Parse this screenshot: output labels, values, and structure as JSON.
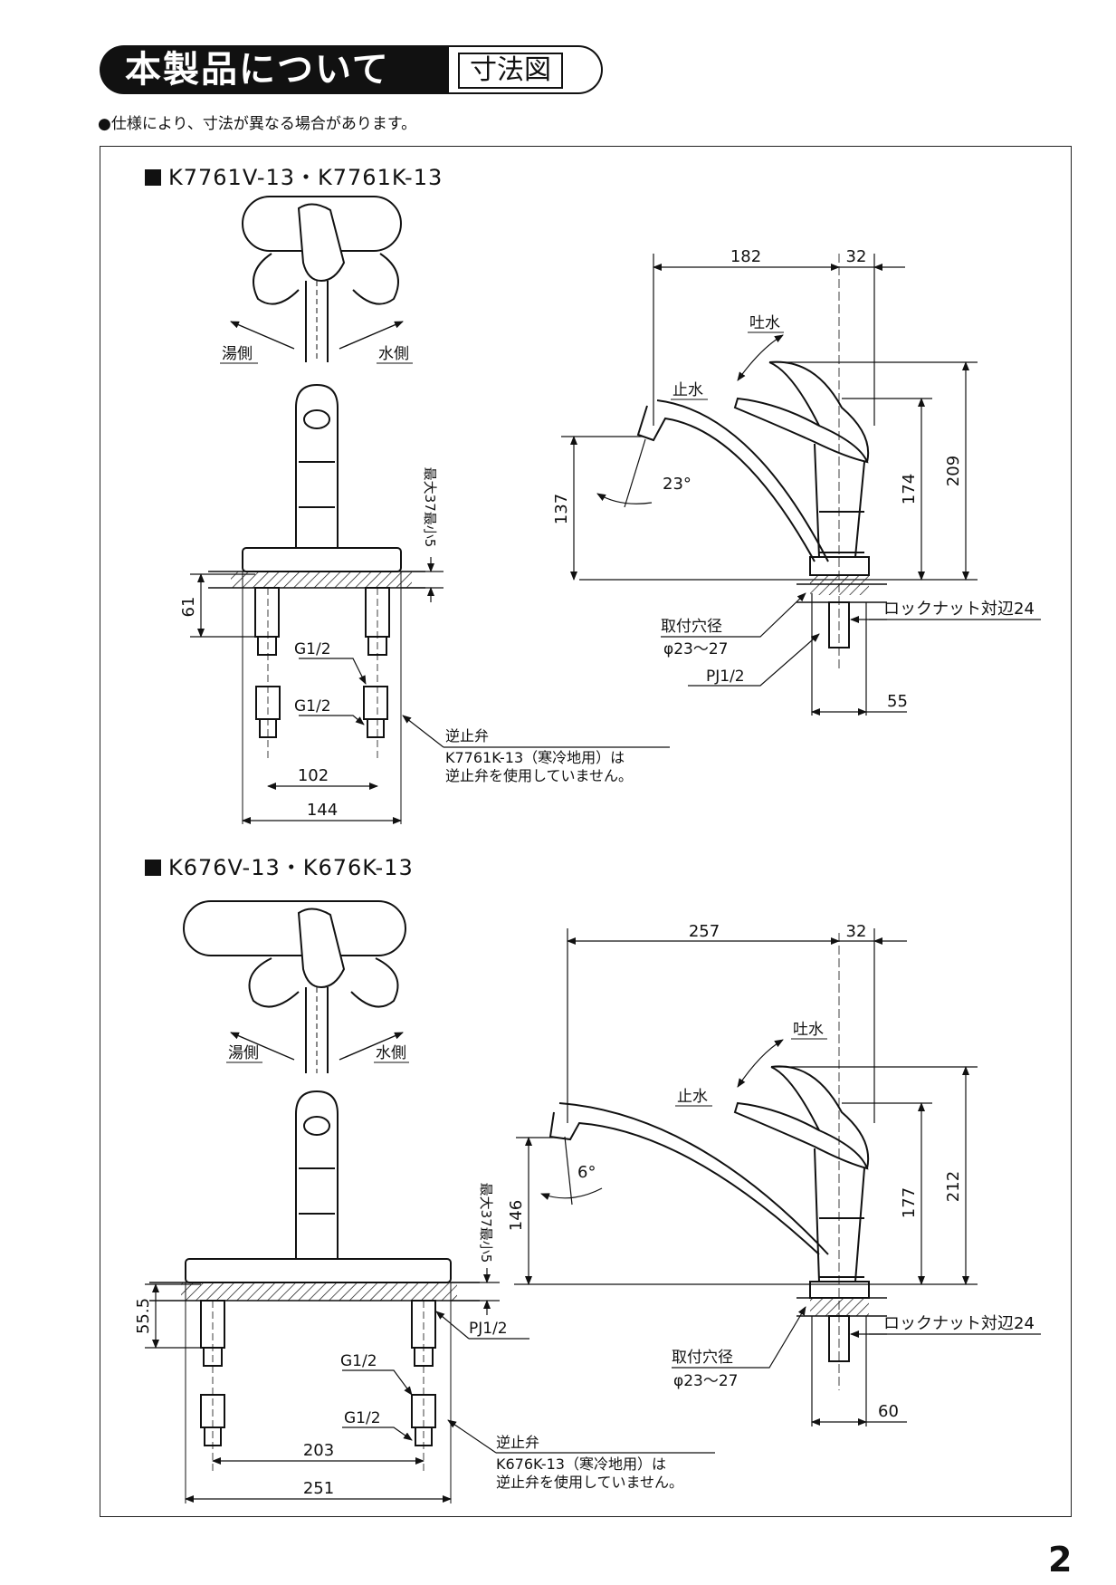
{
  "header": {
    "title": "本製品について",
    "subtitle": "寸法図"
  },
  "note": "●仕様により、寸法が異なる場合があります。",
  "page_number": "2",
  "labels": {
    "hot": "湯側",
    "cold": "水側",
    "discharge": "吐水",
    "stop": "止水",
    "g12": "G1/2",
    "pj12": "PJ1/2",
    "check_valve": "逆止弁",
    "mount_hole": "取付穴径",
    "mount_dia": "φ23〜27",
    "lock_nut": "ロックナット対辺24",
    "deck_thickness": "最大37最小5"
  },
  "models": [
    {
      "title": "K7761V-13・K7761K-13",
      "note_line1": "K7761K-13（寒冷地用）は",
      "note_line2": "逆止弁を使用していません。",
      "dims": {
        "reach": "182",
        "offset": "32",
        "spout_height": "174",
        "total_height": "209",
        "outlet_height": "137",
        "angle": "23°",
        "under": "61",
        "pitch": "102",
        "width": "144",
        "nut": "55"
      }
    },
    {
      "title": "K676V-13・K676K-13",
      "note_line1": "K676K-13（寒冷地用）は",
      "note_line2": "逆止弁を使用していません。",
      "dims": {
        "reach": "257",
        "offset": "32",
        "spout_height": "177",
        "total_height": "212",
        "outlet_height": "146",
        "angle": "6°",
        "under": "55.5",
        "pitch": "203",
        "width": "251",
        "nut": "60"
      }
    }
  ]
}
